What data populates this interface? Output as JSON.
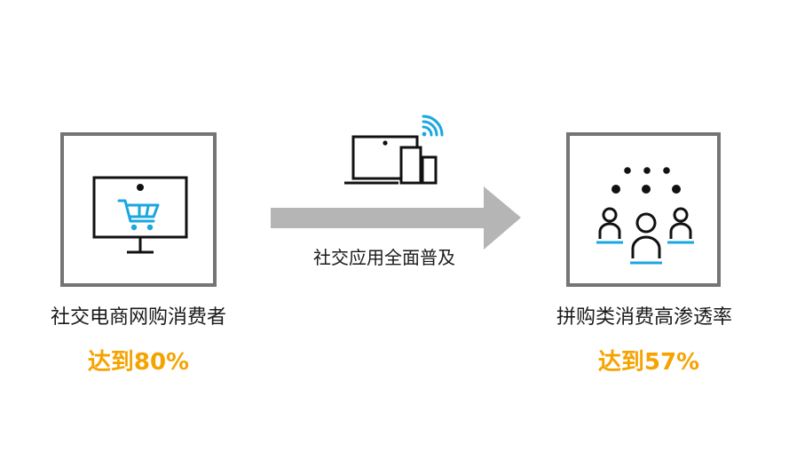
{
  "left": {
    "description": "社交电商网购消费者",
    "stat": "达到80%",
    "icon": "monitor-shopping-cart-icon"
  },
  "middle": {
    "arrow_label": "社交应用全面普及",
    "icon": "devices-wifi-icon"
  },
  "right": {
    "description": "拼购类消费高渗透率",
    "stat": "达到57%",
    "icon": "group-people-icon"
  },
  "colors": {
    "frame": "#757575",
    "arrow": "#b5b5b5",
    "accent_blue": "#1aa7e0",
    "stat_orange": "#f5a300",
    "icon_dark": "#111111"
  }
}
